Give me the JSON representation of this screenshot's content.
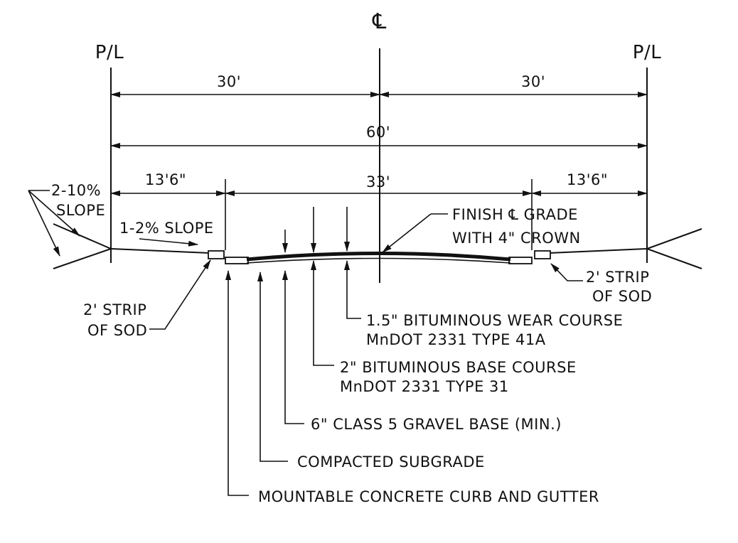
{
  "centerline_symbol": "℄",
  "property_line_left": "P/L",
  "property_line_right": "P/L",
  "dimensions": {
    "half_left": "30'",
    "half_right": "30'",
    "total": "60'",
    "boulevard_left": "13'6\"",
    "roadway": "33'",
    "boulevard_right": "13'6\""
  },
  "labels": {
    "side_slope_line1": "2-10%",
    "side_slope_line2": "SLOPE",
    "blvd_slope": "1-2% SLOPE",
    "finish_line1": "FINISH ℄ GRADE",
    "finish_line2": "WITH 4\" CROWN",
    "sod_right_line1": "2' STRIP",
    "sod_right_line2": "OF SOD",
    "sod_left_line1": "2' STRIP",
    "sod_left_line2": "OF SOD",
    "wear_line1": "1.5\" BITUMINOUS WEAR COURSE",
    "wear_line2": "MnDOT 2331 TYPE 41A",
    "base_line1": "2\" BITUMINOUS BASE COURSE",
    "base_line2": "MnDOT 2331 TYPE 31",
    "gravel": "6\" CLASS 5 GRAVEL BASE (MIN.)",
    "subgrade": "COMPACTED SUBGRADE",
    "curb": "MOUNTABLE CONCRETE CURB AND GUTTER"
  }
}
